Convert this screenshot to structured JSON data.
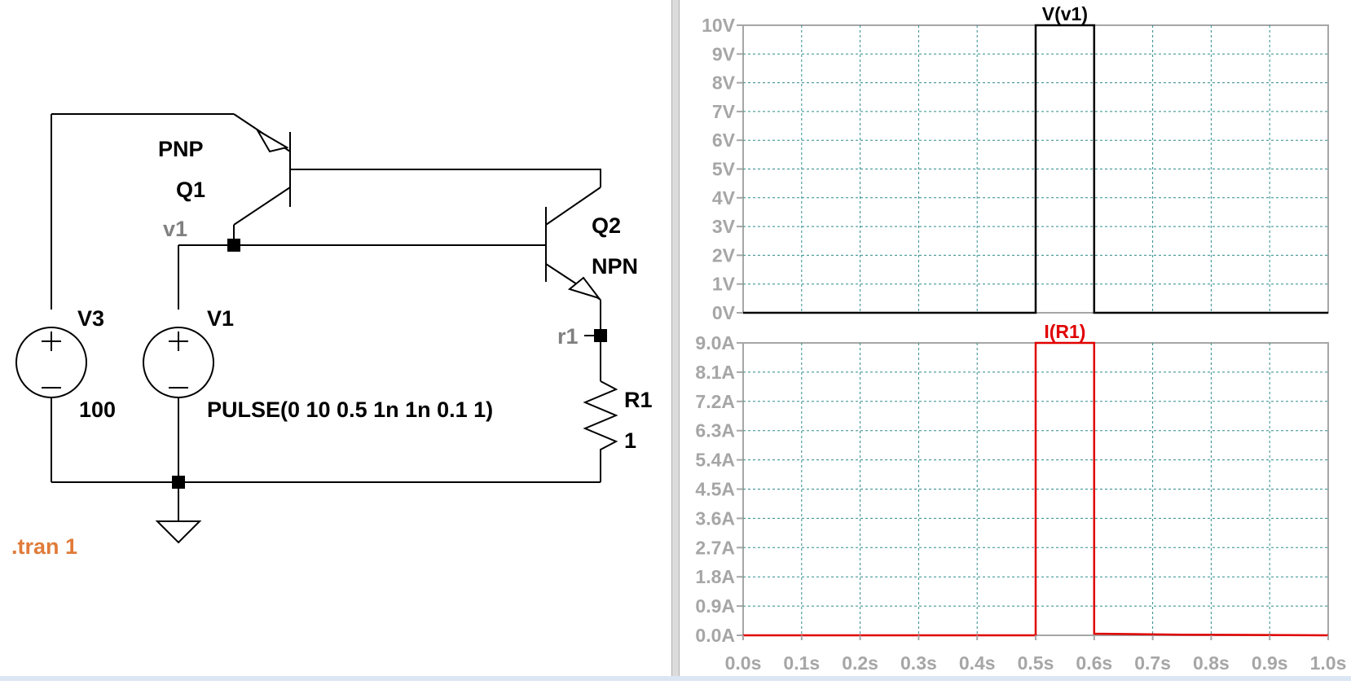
{
  "schematic": {
    "q1": {
      "model": "PNP",
      "ref": "Q1"
    },
    "q2": {
      "model": "NPN",
      "ref": "Q2"
    },
    "v1": {
      "ref": "V1",
      "value": "PULSE(0 10 0.5 1n 1n 0.1 1)"
    },
    "v3": {
      "ref": "V3",
      "value": "100"
    },
    "r1": {
      "ref": "R1",
      "value": "1"
    },
    "net_labels": {
      "v1": "v1",
      "r1": "r1"
    },
    "directive": ".tran 1",
    "colors": {
      "wire": "#000000",
      "net_label": "#808080",
      "directive": "#e07b39"
    }
  },
  "waveform": {
    "colors": {
      "axis": "#a6a6a6",
      "grid": "#2e8b8b",
      "trace_v1": "#000000",
      "trace_r1": "#e00000",
      "tick_text": "#a6a6a6"
    },
    "x_tick_labels": [
      "0.0s",
      "0.1s",
      "0.2s",
      "0.3s",
      "0.4s",
      "0.5s",
      "0.6s",
      "0.7s",
      "0.8s",
      "0.9s",
      "1.0s"
    ]
  },
  "chart_data": [
    {
      "type": "line",
      "title": "V(v1)",
      "xlim": [
        0,
        1.0
      ],
      "ylim": [
        0,
        10
      ],
      "y_ticks": [
        0,
        1,
        2,
        3,
        4,
        5,
        6,
        7,
        8,
        9,
        10
      ],
      "y_tick_labels": [
        "0V",
        "1V",
        "2V",
        "3V",
        "4V",
        "5V",
        "6V",
        "7V",
        "8V",
        "9V",
        "10V"
      ],
      "grid": true,
      "series": [
        {
          "name": "V(v1)",
          "x": [
            0,
            0.5,
            0.5,
            0.6,
            0.6,
            1.0
          ],
          "y": [
            0,
            0,
            10,
            10,
            0,
            0
          ]
        }
      ]
    },
    {
      "type": "line",
      "title": "I(R1)",
      "xlim": [
        0,
        1.0
      ],
      "ylim": [
        0,
        9.0
      ],
      "y_ticks": [
        0,
        0.9,
        1.8,
        2.7,
        3.6,
        4.5,
        5.4,
        6.3,
        7.2,
        8.1,
        9.0
      ],
      "y_tick_labels": [
        "0.0A",
        "0.9A",
        "1.8A",
        "2.7A",
        "3.6A",
        "4.5A",
        "5.4A",
        "6.3A",
        "7.2A",
        "8.1A",
        "9.0A"
      ],
      "grid": true,
      "series": [
        {
          "name": "I(R1)",
          "x": [
            0,
            0.5,
            0.5,
            0.6,
            0.6,
            0.75,
            1.0
          ],
          "y": [
            0,
            0,
            9.0,
            9.0,
            0.05,
            0.02,
            0
          ]
        }
      ]
    }
  ]
}
